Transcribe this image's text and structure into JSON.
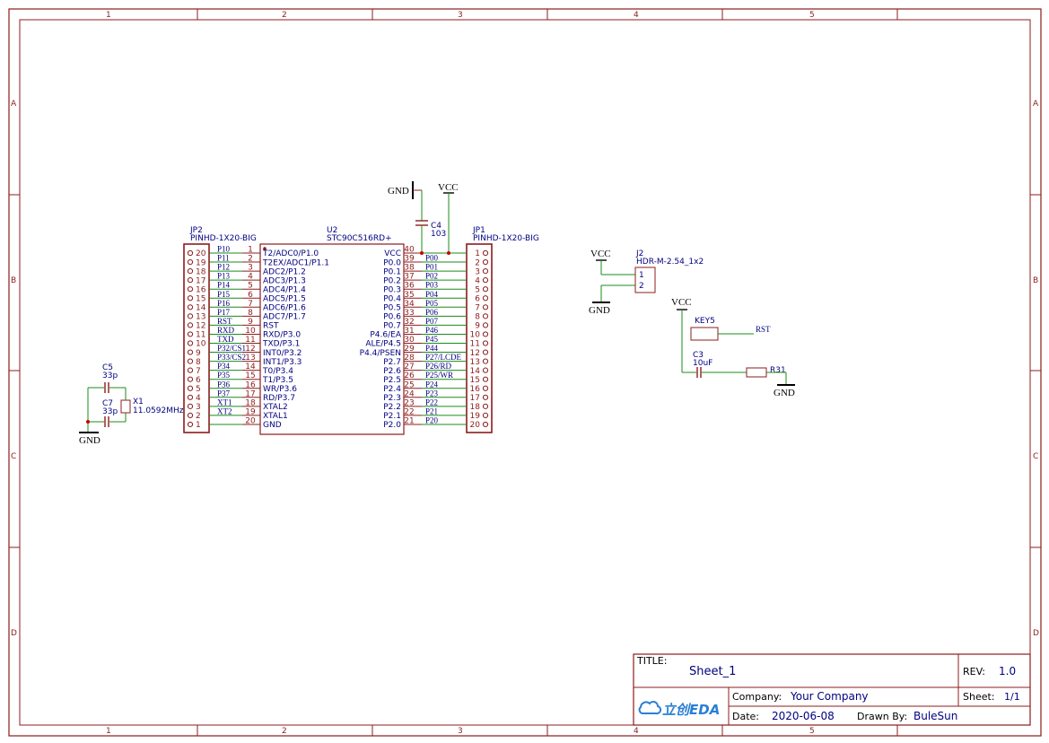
{
  "zones": {
    "columns": [
      "1",
      "2",
      "3",
      "4",
      "5"
    ],
    "rows": [
      "A",
      "B",
      "C",
      "D"
    ]
  },
  "title_block": {
    "title_label": "TITLE:",
    "title_value": "Sheet_1",
    "rev_label": "REV:",
    "rev_value": "1.0",
    "company_label": "Company:",
    "company_value": "Your Company",
    "sheet_label": "Sheet:",
    "sheet_value": "1/1",
    "date_label": "Date:",
    "date_value": "2020-06-08",
    "drawn_label": "Drawn By:",
    "drawn_value": "BuleSun",
    "logo_text": "立创EDA"
  },
  "power": {
    "vcc": "VCC",
    "gnd": "GND"
  },
  "u2": {
    "ref": "U2",
    "value": "STC90C516RD+",
    "left_pins": [
      {
        "num": "1",
        "name": "T2/ADC0/P1.0"
      },
      {
        "num": "2",
        "name": "T2EX/ADC1/P1.1"
      },
      {
        "num": "3",
        "name": "ADC2/P1.2"
      },
      {
        "num": "4",
        "name": "ADC3/P1.3"
      },
      {
        "num": "5",
        "name": "ADC4/P1.4"
      },
      {
        "num": "6",
        "name": "ADC5/P1.5"
      },
      {
        "num": "7",
        "name": "ADC6/P1.6"
      },
      {
        "num": "8",
        "name": "ADC7/P1.7"
      },
      {
        "num": "9",
        "name": "RST"
      },
      {
        "num": "10",
        "name": "RXD/P3.0"
      },
      {
        "num": "11",
        "name": "TXD/P3.1"
      },
      {
        "num": "12",
        "name": "INT0/P3.2"
      },
      {
        "num": "13",
        "name": "INT1/P3.3"
      },
      {
        "num": "14",
        "name": "T0/P3.4"
      },
      {
        "num": "15",
        "name": "T1/P3.5"
      },
      {
        "num": "16",
        "name": "WR/P3.6"
      },
      {
        "num": "17",
        "name": "RD/P3.7"
      },
      {
        "num": "18",
        "name": "XTAL2"
      },
      {
        "num": "19",
        "name": "XTAL1"
      },
      {
        "num": "20",
        "name": "GND"
      }
    ],
    "right_pins": [
      {
        "num": "40",
        "name": "VCC"
      },
      {
        "num": "39",
        "name": "P0.0"
      },
      {
        "num": "38",
        "name": "P0.1"
      },
      {
        "num": "37",
        "name": "P0.2"
      },
      {
        "num": "36",
        "name": "P0.3"
      },
      {
        "num": "35",
        "name": "P0.4"
      },
      {
        "num": "34",
        "name": "P0.5"
      },
      {
        "num": "33",
        "name": "P0.6"
      },
      {
        "num": "32",
        "name": "P0.7"
      },
      {
        "num": "31",
        "name": "P4.6/EA"
      },
      {
        "num": "30",
        "name": "ALE/P4.5"
      },
      {
        "num": "29",
        "name": "P4.4/PSEN"
      },
      {
        "num": "28",
        "name": "P2.7"
      },
      {
        "num": "27",
        "name": "P2.6"
      },
      {
        "num": "26",
        "name": "P2.5"
      },
      {
        "num": "25",
        "name": "P2.4"
      },
      {
        "num": "24",
        "name": "P2.3"
      },
      {
        "num": "23",
        "name": "P2.2"
      },
      {
        "num": "22",
        "name": "P2.1"
      },
      {
        "num": "21",
        "name": "P2.0"
      }
    ]
  },
  "jp2": {
    "ref": "JP2",
    "value": "PINHD-1X20-BIG",
    "nets": [
      "P10",
      "P11",
      "P12",
      "P13",
      "P14",
      "P15",
      "P16",
      "P17",
      "RST",
      "RXD",
      "TXD",
      "P32/CS1",
      "P33/CS2",
      "P34",
      "P35",
      "P36",
      "P37",
      "XT1",
      "XT2",
      ""
    ]
  },
  "jp1": {
    "ref": "JP1",
    "value": "PINHD-1X20-BIG",
    "nets": [
      "",
      "P00",
      "P01",
      "P02",
      "P03",
      "P04",
      "P05",
      "P06",
      "P07",
      "P46",
      "P45",
      "P44",
      "P27/LCDE",
      "P26/RD",
      "P25/WR",
      "P24",
      "P23",
      "P22",
      "P21",
      "P20"
    ]
  },
  "c4": {
    "ref": "C4",
    "value": "103"
  },
  "c5": {
    "ref": "C5",
    "value": "33p"
  },
  "c7": {
    "ref": "C7",
    "value": "33p"
  },
  "x1": {
    "ref": "X1",
    "value": "11.0592MHz"
  },
  "j2": {
    "ref": "J2",
    "value": "HDR-M-2.54_1x2"
  },
  "key5": {
    "ref": "KEY5"
  },
  "c3": {
    "ref": "C3",
    "value": "10uF"
  },
  "r31": {
    "ref": "R31"
  },
  "rst_net": "RST"
}
